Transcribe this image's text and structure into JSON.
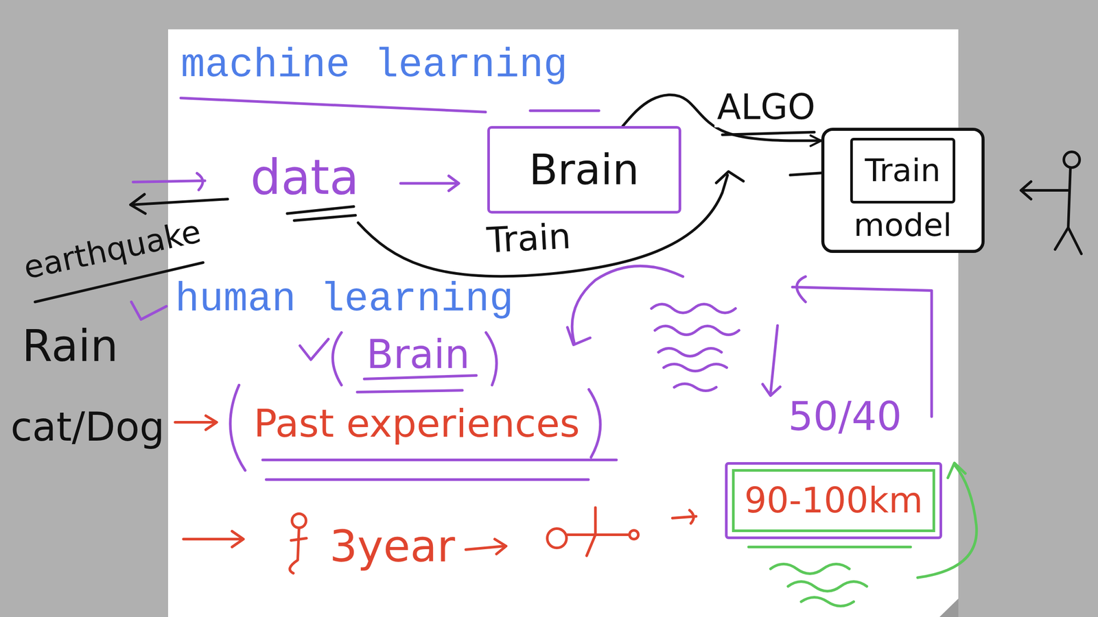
{
  "diagram": {
    "nodes": [
      {
        "text": [
          "Brain"
        ]
      },
      {
        "text": [
          "model"
        ]
      },
      {
        "text": [
          "Train"
        ],
        "in": 1
      },
      {
        "text": [
          "90-100km"
        ]
      }
    ],
    "edges": [
      {
        "from": 0,
        "to": 1,
        "arrow": "to",
        "label": "ALGO"
      }
    ],
    "labels": [
      "machine learning",
      "data",
      "Train",
      "earthquake",
      "human learning",
      "Rain",
      "Brain",
      "cat/Dog",
      "Past experiences",
      "50/40",
      "3year"
    ]
  }
}
